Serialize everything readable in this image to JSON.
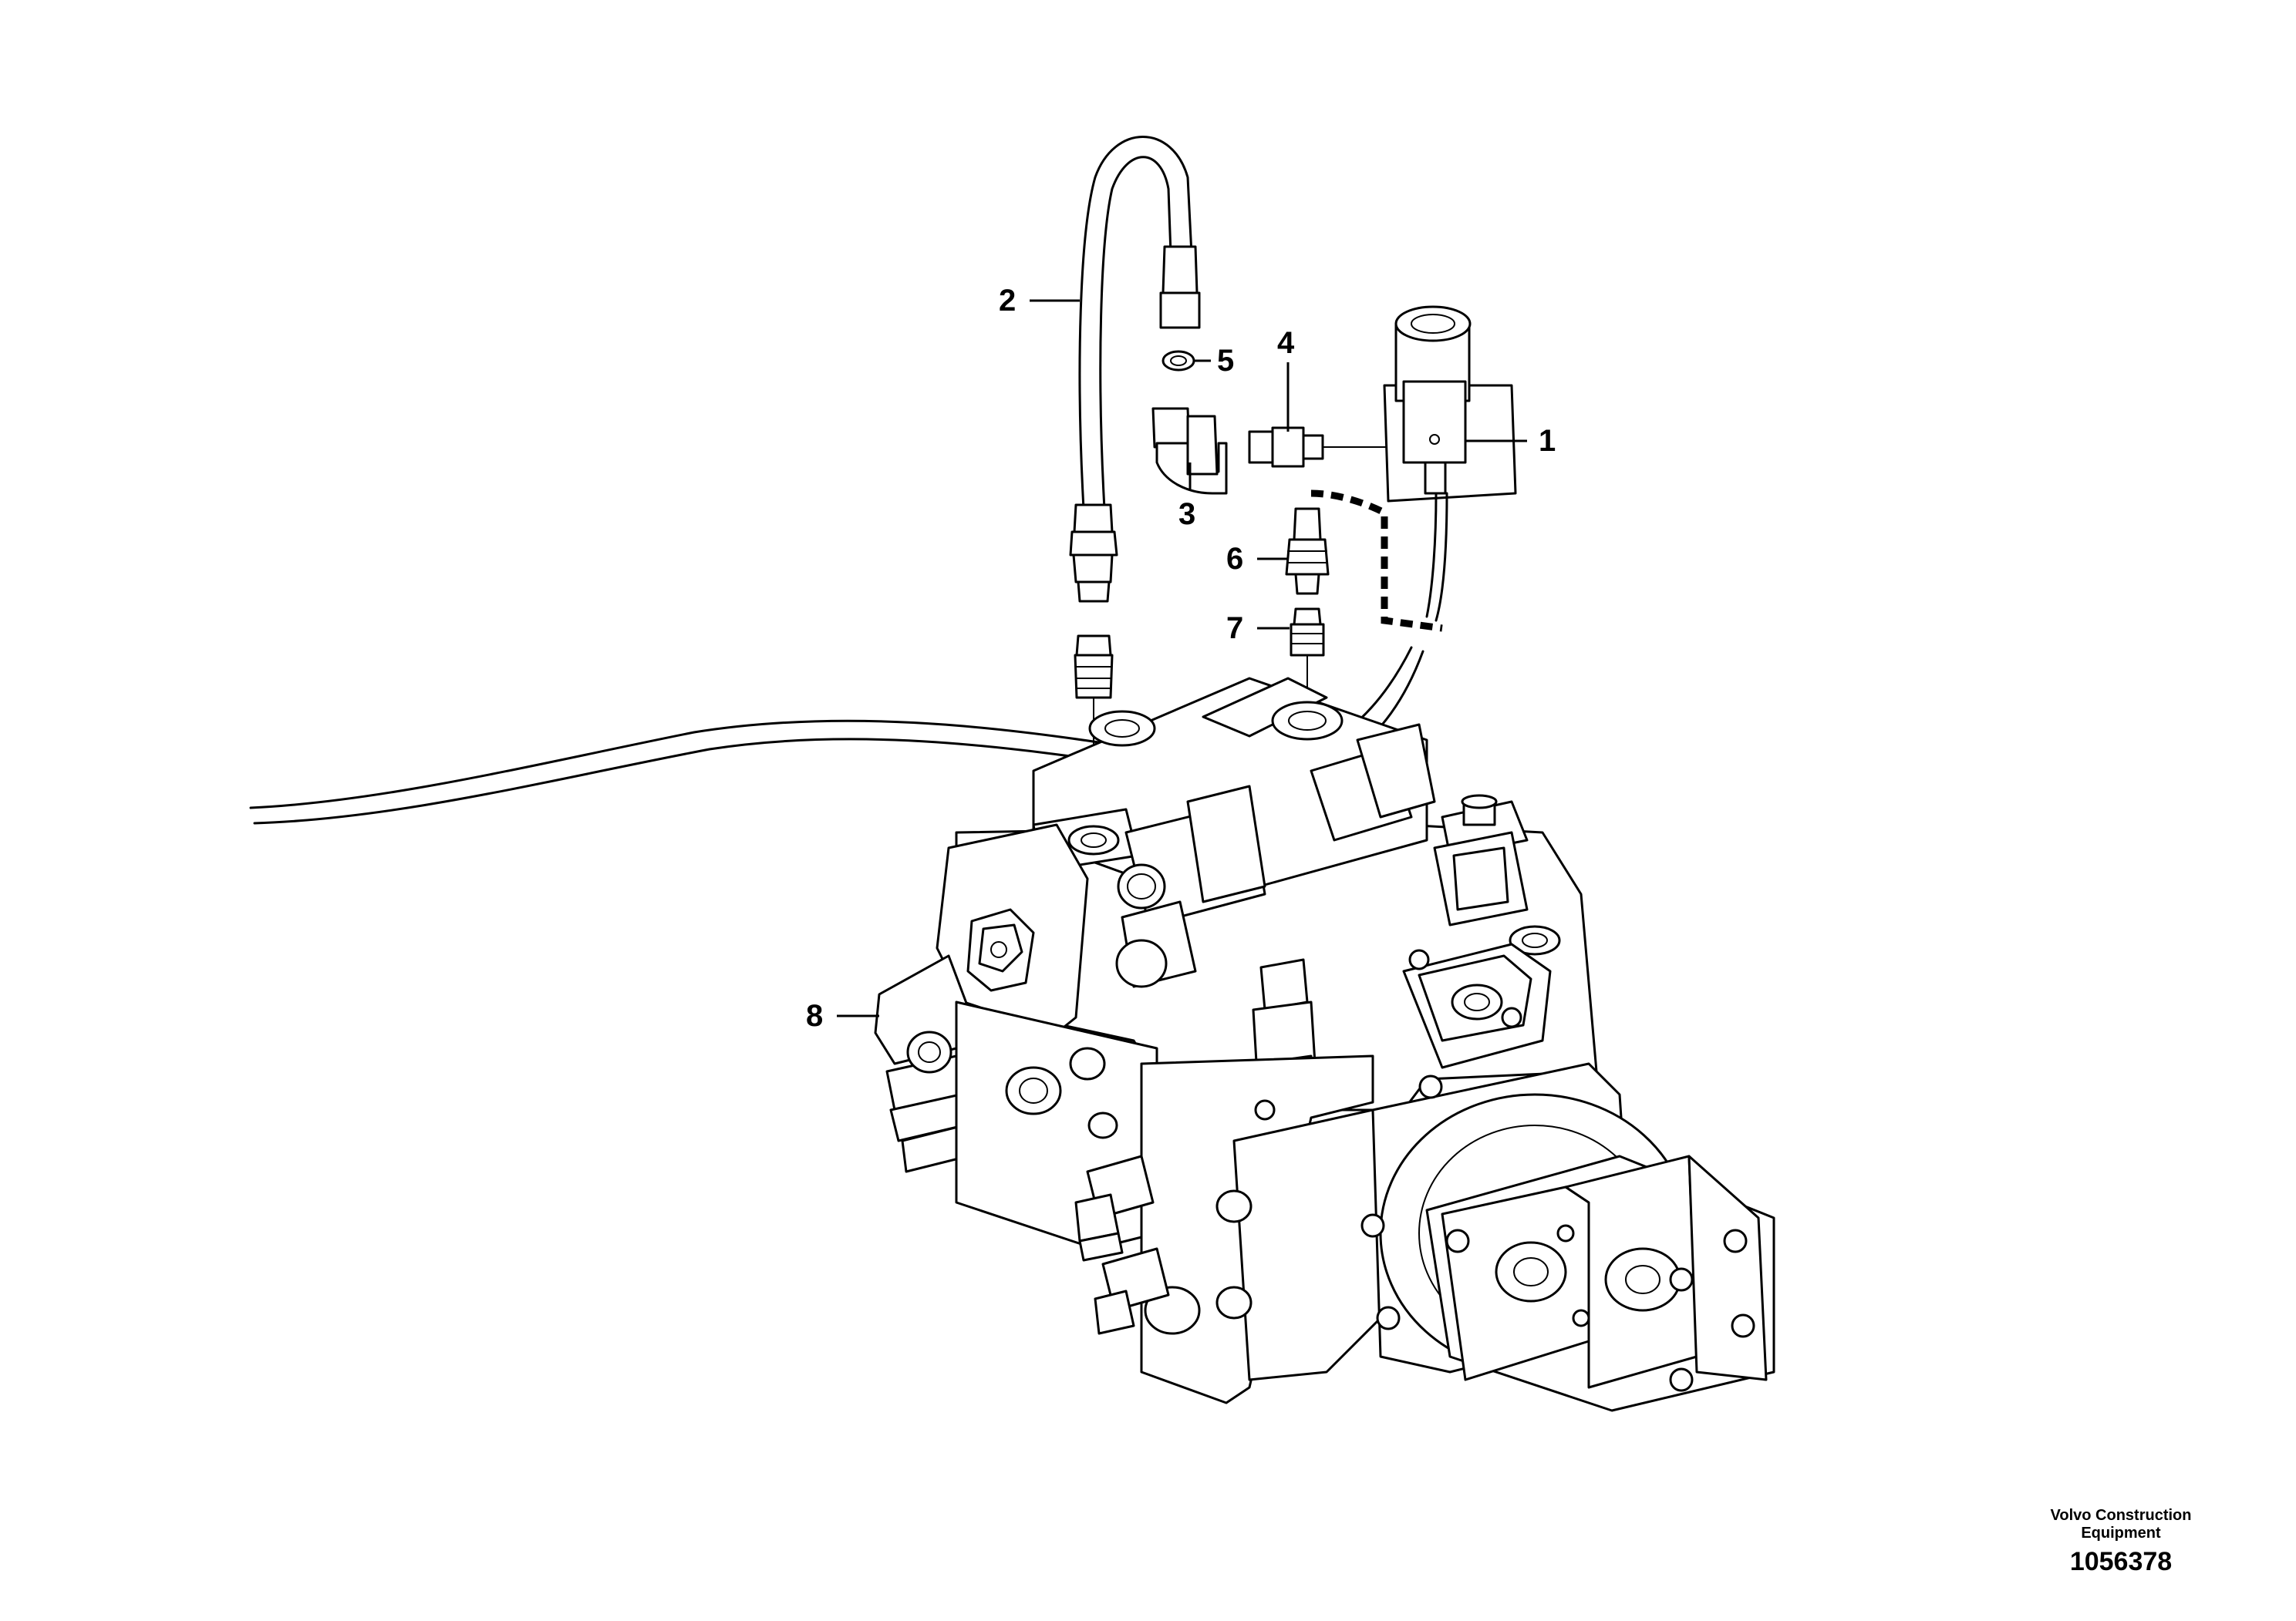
{
  "callouts": [
    {
      "id": "1",
      "label": "1"
    },
    {
      "id": "2",
      "label": "2"
    },
    {
      "id": "3",
      "label": "3"
    },
    {
      "id": "4",
      "label": "4"
    },
    {
      "id": "5",
      "label": "5"
    },
    {
      "id": "6",
      "label": "6"
    },
    {
      "id": "7",
      "label": "7"
    },
    {
      "id": "8",
      "label": "8"
    }
  ],
  "caption": {
    "line1": "Volvo Construction",
    "line2": "Equipment",
    "drawing_number": "1056378"
  }
}
